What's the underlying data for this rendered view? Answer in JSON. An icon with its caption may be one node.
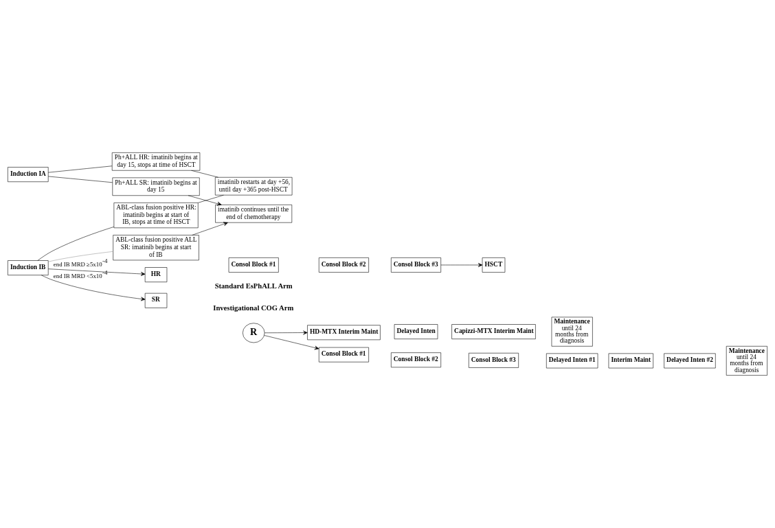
{
  "diagram": {
    "nodes": [
      {
        "text": [
          "Ph+ALL SR: imatinib begins at day 15"
        ]
      },
      {
        "text": [
          "ABL-class fusion positive ALL SR: imatinib begins at start of IB"
        ]
      },
      {
        "text": [
          "imatinib continues until the end of chemotherapy"
        ]
      },
      {
        "text": [
          "Induction IA"
        ]
      },
      {
        "text": [
          "Induction IB"
        ]
      },
      {
        "text": [
          "SR"
        ]
      },
      {
        "text": [
          "R"
        ]
      },
      {
        "text": [
          "HD-MTX Interim Maint"
        ]
      },
      {
        "text": [
          "Delayed Inten"
        ]
      },
      {
        "text": [
          "Capizzi-MTX Interim Maint"
        ]
      },
      {
        "text": [
          "Maintenance",
          "until 24 months from diagnosis"
        ]
      },
      {
        "text": [
          "Consol Block #1"
        ]
      },
      {
        "text": [
          "Consol Block #2"
        ]
      },
      {
        "text": [
          "Consol Block #3"
        ]
      },
      {
        "text": [
          "Delayed Inten #1"
        ]
      },
      {
        "text": [
          "Interim Maint"
        ]
      },
      {
        "text": [
          "Delayed Inten #2"
        ]
      },
      {
        "text": [
          "Maintenance",
          "until 24 months from diagnosis"
        ]
      },
      {
        "text": [
          "HR"
        ]
      },
      {
        "text": [
          "Consol Block #1"
        ]
      },
      {
        "text": [
          "Consol Block #2"
        ]
      },
      {
        "text": [
          "Consol Block #3"
        ]
      },
      {
        "text": [
          "HSCT"
        ]
      },
      {
        "text": [
          "ABL-class fusion positive HR: imatinib begins at start of IB, stops at time of HSCT"
        ]
      },
      {
        "text": [
          "imatinib restarts at day +56, until day +365 post-HSCT"
        ]
      },
      {
        "text": [
          "Ph+ALL HR: imatinib begins at day 15, stops at time of HSCT"
        ]
      }
    ],
    "edges": [
      {
        "from": 0,
        "to": 2,
        "arrow": "to"
      },
      {
        "from": 1,
        "to": 2,
        "arrow": "to"
      },
      {
        "from": 3,
        "to": 0,
        "arrow": "none"
      },
      {
        "from": 3,
        "to": 25,
        "arrow": "none"
      },
      {
        "from": 4,
        "to": 1,
        "arrow": "none",
        "color": "#999999"
      },
      {
        "from": 4,
        "to": 23,
        "arrow": "none"
      },
      {
        "from": 4,
        "to": 5,
        "arrow": "to",
        "label": "end IB MRD <5x10$^{-4}$"
      },
      {
        "from": 4,
        "to": 18,
        "arrow": "to",
        "label": "end IB MRD ≥5x10$^{-4}$"
      },
      {
        "from": 6,
        "to": 7,
        "arrow": "to"
      },
      {
        "from": 6,
        "to": 11,
        "arrow": "to"
      },
      {
        "from": 21,
        "to": 22,
        "arrow": "to"
      },
      {
        "from": 23,
        "to": 24,
        "arrow": "none"
      },
      {
        "from": 25,
        "to": 24,
        "arrow": "none"
      }
    ],
    "labels": [
      "Investigational COG Arm",
      "Standard EsPhALL Arm"
    ]
  }
}
